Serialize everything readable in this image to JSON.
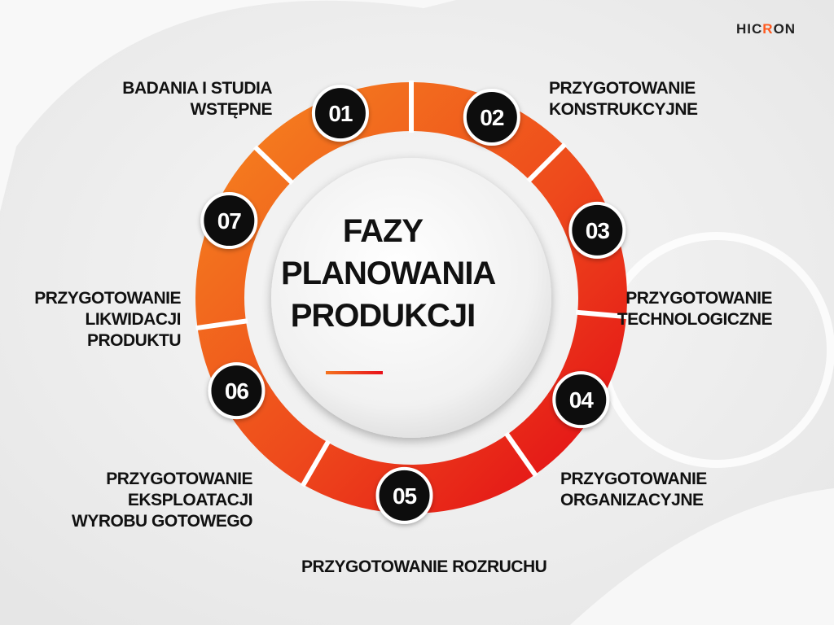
{
  "brand": {
    "logo_prefix": "HIC",
    "logo_accent": "R",
    "logo_suffix": "ON"
  },
  "center": {
    "title_lines": [
      "FAZY",
      "PLANOWANIA",
      "PRODUKCJI"
    ]
  },
  "phases": [
    {
      "number": "01",
      "label_lines": [
        "BADANIA I STUDIA",
        "WSTĘPNE"
      ]
    },
    {
      "number": "02",
      "label_lines": [
        "PRZYGOTOWANIE",
        "KONSTRUKCYJNE"
      ]
    },
    {
      "number": "03",
      "label_lines": [
        "PRZYGOTOWANIE",
        "TECHNOLOGICZNE"
      ]
    },
    {
      "number": "04",
      "label_lines": [
        "PRZYGOTOWANIE",
        "ORGANIZACYJNE"
      ]
    },
    {
      "number": "05",
      "label_lines": [
        "PRZYGOTOWANIE ROZRUCHU"
      ]
    },
    {
      "number": "06",
      "label_lines": [
        "PRZYGOTOWANIE",
        "EKSPLOATACJI",
        "WYROBU GOTOWEGO"
      ]
    },
    {
      "number": "07",
      "label_lines": [
        "PRZYGOTOWANIE",
        "LIKWIDACJI",
        "PRODUKTU"
      ]
    }
  ],
  "colors": {
    "ring_start": "#f5831f",
    "ring_end": "#e8101a",
    "badge": "#0d0d0d",
    "badge_text": "#ffffff",
    "text": "#111111",
    "background": "#efefef"
  }
}
